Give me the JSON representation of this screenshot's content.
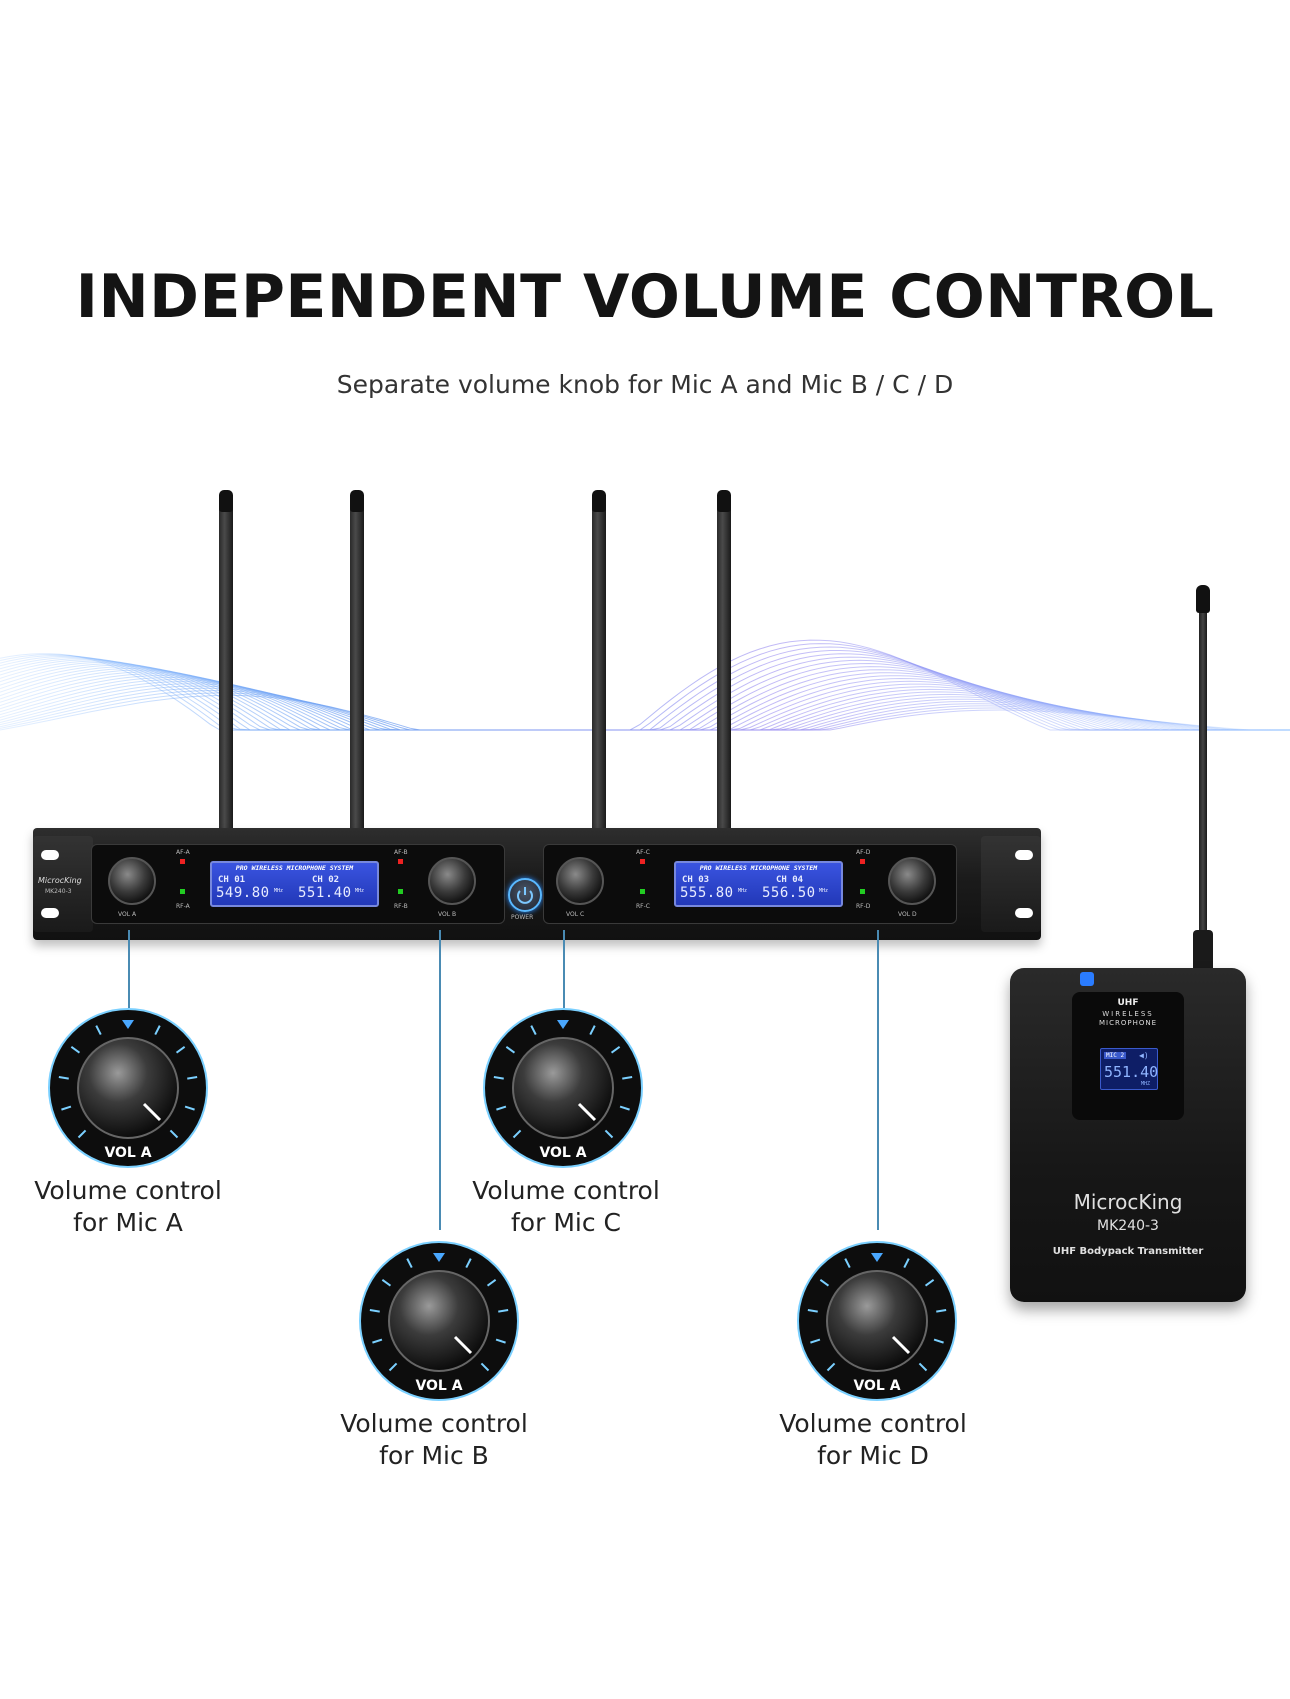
{
  "headline": "INDEPENDENT VOLUME CONTROL",
  "subheadline": "Separate volume knob for Mic A and Mic B / C / D",
  "receiver": {
    "brand": "MicrocKing",
    "model": "MK240-3",
    "lcd_title": "PRO WIRELESS MICROPHONE SYSTEM",
    "power_label": "POWER",
    "displays": [
      {
        "channels": [
          {
            "ch": "CH 01",
            "freq": "549.80",
            "unit": "MHz"
          },
          {
            "ch": "CH 02",
            "freq": "551.40",
            "unit": "MHz"
          }
        ]
      },
      {
        "channels": [
          {
            "ch": "CH 03",
            "freq": "555.80",
            "unit": "MHz"
          },
          {
            "ch": "CH 04",
            "freq": "556.50",
            "unit": "MHz"
          }
        ]
      }
    ],
    "panel_labels": {
      "af_a": "AF-A",
      "rf_a": "RF-A",
      "vol_a": "VOL A",
      "af_b": "AF-B",
      "rf_b": "RF-B",
      "vol_b": "VOL B",
      "af_c": "AF-C",
      "rf_c": "RF-C",
      "vol_c": "VOL C",
      "af_d": "AF-D",
      "rf_d": "RF-D",
      "vol_d": "VOL D"
    }
  },
  "callouts": [
    {
      "id": "a",
      "knob_label": "VOL A",
      "line1": "Volume control",
      "line2": "for Mic A"
    },
    {
      "id": "c",
      "knob_label": "VOL A",
      "line1": "Volume control",
      "line2": "for Mic C"
    },
    {
      "id": "b",
      "knob_label": "VOL A",
      "line1": "Volume control",
      "line2": "for Mic B"
    },
    {
      "id": "d",
      "knob_label": "VOL A",
      "line1": "Volume control",
      "line2": "for Mic D"
    }
  ],
  "transmitter": {
    "uhf": "UHF",
    "wireless": "WIRELESS",
    "microphone": "MICROPHONE",
    "lcd_mic": "MIC 2",
    "lcd_freq": "551.40",
    "lcd_unit": "MHZ",
    "brand": "MicrocKing",
    "model": "MK240-3",
    "description": "UHF Bodypack Transmitter"
  },
  "colors": {
    "accent_blue": "#2a7cff",
    "callout_line": "#4a8bb3",
    "lcd_blue": "#2a44cc"
  }
}
